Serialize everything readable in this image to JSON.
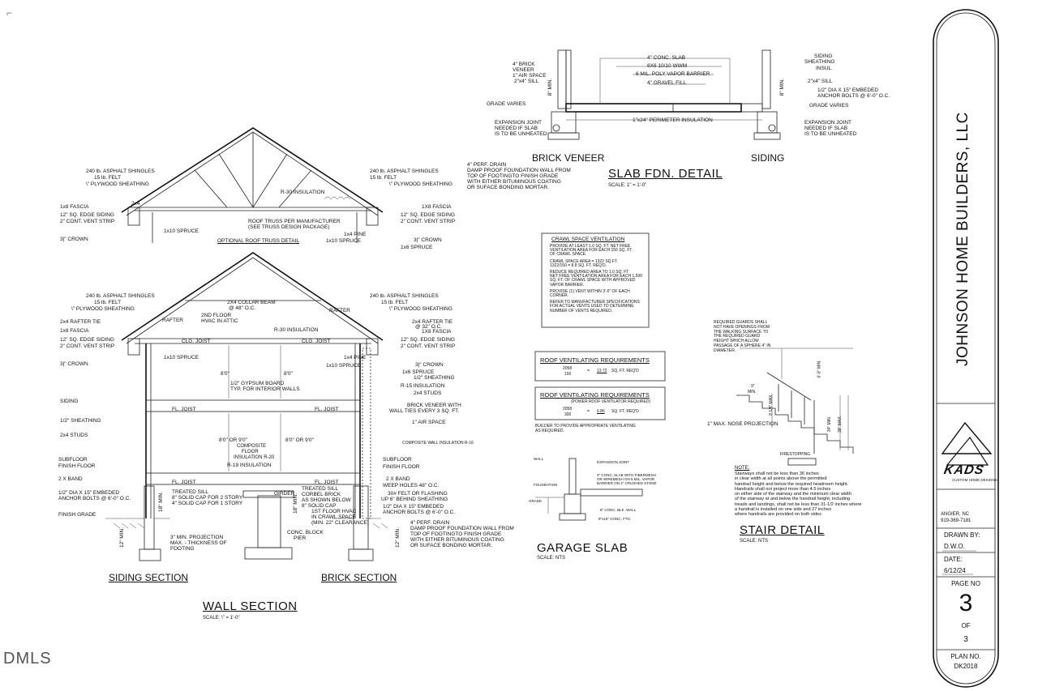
{
  "corner_mark": "⌐",
  "watermark": "DMLS",
  "title_block": {
    "company": "JOHNSON HOME BUILDERS, LLC",
    "logo_text": "KADS",
    "logo_sub": "CUSTOM HOME DESIGNS",
    "location": "ANGIER, NC",
    "phone": "919-369-7181",
    "drawn_by_label": "DRAWN BY:",
    "drawn_by": "D.W.O.",
    "date_label": "DATE:",
    "date": "6/12/24",
    "page_no_label": "PAGE NO",
    "page_no": "3",
    "of_label": "OF",
    "of_total": "3",
    "plan_no_label": "PLAN NO.",
    "plan_no": "DK2018"
  },
  "truss_detail": {
    "caption": "OPTIONAL ROOF TRUSS DETAIL",
    "left_labels": [
      "240 lb. ASPHALT SHINGLES",
      "15 lb. FELT",
      "\\\" PLYWOOD SHEATHING",
      "2x4",
      "1x8 FASCIA",
      "12\" SQ. EDGE SIDING",
      "2\" CONT. VENT STRIP",
      "1x10 SPRUCE",
      "3|\" CROWN"
    ],
    "right_labels": [
      "240 lb. ASPHALT SHINGLES",
      "15 lb. FELT",
      "\\\" PLYWOOD SHEATHING",
      "1X8 FASCIA",
      "12\" SQ. EDGE SIDING",
      "2\" CONT. VENT STRIP",
      "1x4 PINE",
      "1x10 SPRUCE",
      "3|\" CROWN",
      "1x6 SPRUCE"
    ],
    "center_labels": [
      "R-30 INSULATION",
      "ROOF TRUSS PER MANUFACTURER",
      "(SEE TRUSS DESIGN PACKAGE)"
    ]
  },
  "wall_section": {
    "title": "WALL SECTION",
    "scale": "SCALE: \\\" = 1'-0\"",
    "siding_section": "SIDING SECTION",
    "brick_section": "BRICK SECTION",
    "left_labels": [
      "240 lb. ASPHALT SHINGLES",
      "15 lb. FELT",
      "\\\" PLYWOOD SHEATHING",
      "2x4 RAFTER TIE",
      "1x8 FASCIA",
      "12\" SQ. EDGE SIDING",
      "2\" CONT. VENT STRIP",
      "3|\" CROWN",
      "SIDING",
      "1/2\" SHEATHING",
      "2x4 STUDS",
      "SUBFLOOR",
      "FINISH FLOOR",
      "2 X  BAND",
      "1/2\" DIA X 15\" EMBEDED",
      "ANCHOR BOLTS @ 6'-0\" O.C.",
      "FINISH GRADE"
    ],
    "right_labels": [
      "240 lb. ASPHALT SHINGLES",
      "15 lb. FELT",
      "\\\" PLYWOOD SHEATHING",
      "2x4 RAFTER TIE",
      "@ 32\" O.C.",
      "1X8 FASCIA",
      "12\" SQ. EDGE SIDING",
      "2\" CONT. VENT STRIP",
      "3|\" CROWN",
      "1x6 SPRUCE",
      "1/2\" SHEATHING",
      "R-15 INSULATION",
      "2x4 STUDS",
      "BRICK VENEER WITH",
      "WALL TIES EVERY 3 SQ. FT.",
      "1\" AIR SPACE",
      "COMPOSITE WALL INSULATION R-16",
      "SUBFLOOR",
      "FINISH FLOOR",
      "2 X  BAND",
      "WEEP HOLES 48\" O.C.",
      "30# FELT OR FLASHING",
      "UP 6\" BEHIND SHEATHING",
      "1/2\" DIA X 15\" EMBEDED",
      "ANCHOR BOLTS @ 6'-0\" O.C."
    ],
    "center_labels": [
      "2X4 COLLAR BEAM",
      "@ 48\" O.C.",
      "2ND FLOOR",
      "HVAC IN ATTIC",
      "RAFTER",
      "RAFTER",
      "R-30 INSULATION",
      "CLG. JOIST",
      "CLG. JOIST",
      "1x10 SPRUCE",
      "1x4 PINE",
      "1x10 SPRUCE",
      "8'0\"",
      "8'0\"",
      "1/2\" GYPSUM BOARD",
      "TYP. FOR INTERIOR WALLS",
      "FL. JOIST",
      "FL. JOIST",
      "8'0\" OR 9'0\"",
      "8'0\" OR 9'0\"",
      "COMPOSITE",
      "FLOOR",
      "INSULATION R-20",
      "R-19 INSULATION",
      "FL. JOIST",
      "FL. JOIST",
      "TREATED SILL",
      "8\" SOLID CAP FOR 2 STORY",
      "4\" SOLID CAP FOR 1 STORY",
      "GIRDER",
      "TREATED SILL",
      "CORBEL BRICK",
      "AS SHOWN BELOW",
      "8\" SOLID CAP",
      "1ST FLOOR HVAC",
      "IN CRAWL SPACE",
      "(MIN. 22\" CLEARANCE)",
      "3\" MIN. PROJECTION",
      "MAX. - THICKNESS OF",
      "FOOTING",
      "CONC. BLOCK",
      "PIER",
      "4\" PERF. DRAIN",
      "DAMP PROOF FOUNDATION WALL FROM",
      "TOP OF FOOTINGTO FINISH GRADE",
      "WITH EITHER BITUMINOUS COATING",
      "OR SUFACE BONDING MORTAR.",
      "12\" MIN.",
      "12\" MIN.",
      "18\" MIN.",
      "18\" MIN."
    ]
  },
  "slab_detail": {
    "title": "SLAB FDN. DETAIL",
    "scale": "SCALE: 1\" = 1'-0\"",
    "brick_veneer": "BRICK VENEER",
    "siding": "SIDING",
    "left_labels": [
      "4\" BRICK",
      "VENEER",
      "1\" AIR SPACE",
      "2\"x4\" SILL",
      "8\" MIN.",
      "GRADE VARIES",
      "EXPANSION JOINT",
      "NEEDED IF SLAB",
      "IS TO BE UNHEATED",
      "4\" PERF. DRAIN",
      "DAMP PROOF FOUNDATION WALL FROM",
      "TOP OF FOOTINGTO FINISH GRADE",
      "WITH EITHER BITUMINOUS COATING",
      "OR SUFACE BONDING MORTAR."
    ],
    "center_labels": [
      "4\" CONC. SLAB",
      "6X6 10/10 WWM",
      "6 MIL. POLY VAPOR BARRIER",
      "4\" GRAVEL FILL",
      "1\"x24\" PERIMETER INSULATION"
    ],
    "right_labels": [
      "SIDING",
      "SHEATHING",
      "INSUL.",
      "2\"x4\" SILL",
      "8\" MIN.",
      "1/2\" DIA X 15\" EMBEDED",
      "ANCHOR BOLTS @ 6'-0\" O.C.",
      "GRADE VARIES",
      "EXPANSION JOINT",
      "NEEDED IF SLAB",
      "IS TO BE UNHEATED"
    ]
  },
  "crawl_note": {
    "title": "CRAWL SPACE VENTILATION",
    "lines": [
      "PROVIDE AT LEAST 1.0 SQ. FT. NET FREE",
      "VENTILATION AREA FOR EACH 150 SQ. FT.",
      "OF CRAWL SPACE.",
      "",
      "CRAWL SPACE AREA = 1322  SQ.FT.",
      "1322/150 = 8.8 SQ. FT. REQ'D.",
      "",
      "REDUCE REQUIRED AREA TO 1.0 SQ. FT",
      "NET FREE VENTILATION AREA FOR EACH 1,500",
      "SQ. FT. OF CRAWL SPACE WITH APPROVED",
      "VAPOR BARRIER.",
      "",
      "PROVIDE (1) VENT WITHIN 3'-0\" OF EACH",
      "CORNER.",
      "",
      "REFER TO MANUFACTURER SPECIFICATIONS",
      "FOR ACTUAL VENTS USED TO DETERMINE",
      "NUMBER OF VENTS REQUIRED."
    ]
  },
  "roof_vent_1": {
    "title": "ROOF VENTILATING REQUIREMENTS",
    "numerator": "2058",
    "denominator": "150",
    "result": "13.72",
    "unit": "SQ. FT. REQ'D"
  },
  "roof_vent_2": {
    "title": "ROOF VENTILATING REQUIREMENTS",
    "subtitle": "(POWER ROOF VENTILATOR REQUIRED)",
    "numerator": "2058",
    "denominator": "300",
    "result": "6.86",
    "unit": "SQ. FT. REQ'D",
    "note1": "BUILDER TO PROVIDE APPROPRIATE VENTILATING",
    "note2": "AS REQUIRED."
  },
  "garage_slab": {
    "title": "GARAGE SLAB",
    "scale": "SCALE: NTS",
    "labels": [
      "WALL",
      "EXPANSION JOINT",
      "FOUNDATION",
      "4\" CONC. SLAB WITH FIBERMESH",
      "OR WIREMESH ON 6 MIL. VAPOR",
      "BARRIER ON 4\" CRUSHED STONE",
      "GRADE",
      "8\" CONC. BLK. WALL",
      "8\"x16\" CONC. FTG."
    ]
  },
  "stair_detail": {
    "title": "STAIR DETAIL",
    "scale": "SCALE: NTS",
    "labels": [
      "REQUIRED GUARDS SHALL",
      "NOT HAVE OPENINGS FROM",
      "THE WALKING SURFACE TO",
      "THE REQUIRED GUARD",
      "HEIGHT WHICH ALLOW",
      "PASSAGE OF A SPHERE 4\" IN",
      "DIAMETER.",
      "6'-8\" MIN.",
      "9\"",
      "MIN.",
      "8 1/4\" MAX.",
      "1\" MAX. NOSE PROJECTION",
      "34\" MIN.",
      "38\" MAX.",
      "FIRESTOPPING"
    ],
    "note_title": "NOTE:",
    "note_lines": [
      "Stairways shall not be less than 36 inches",
      "in clear width at all points above the permitted",
      "handrail height and below the required headroom height.",
      "Handrails shall not project more than 4.5 inches",
      "on either side of the stairway and the minimum clear width",
      "of the stairway at and below the handrail height, including",
      "treads and landings, shall not be less than 31-1/2 inches where",
      "a handrail is installed on one side and 27 inches",
      "where handrails are provided on both sides"
    ]
  }
}
